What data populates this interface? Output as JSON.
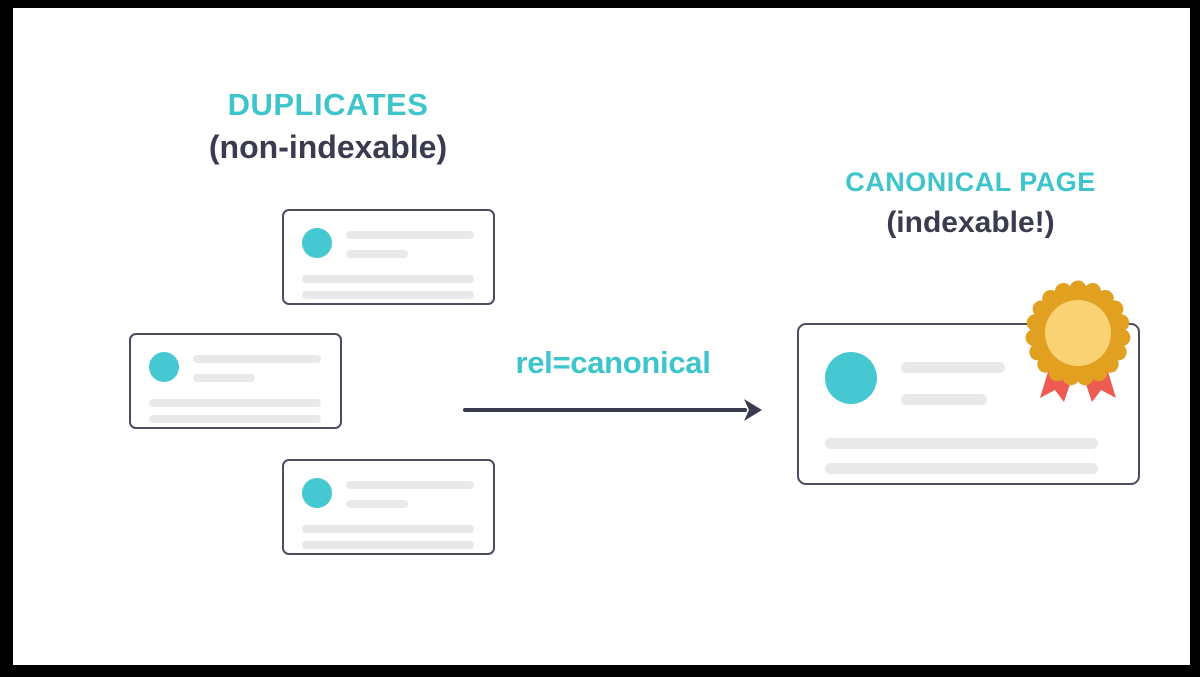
{
  "diagram": {
    "title_left_main": "DUPLICATES",
    "title_left_sub": "(non-indexable)",
    "title_right_main": "CANONICAL PAGE",
    "title_right_sub": "(indexable!)",
    "relation_label": "rel=canonical",
    "colors": {
      "teal": "#3ec5cc",
      "avatar_teal": "#45c8d1",
      "dark_text": "#3b3b50",
      "card_border": "#4c4c63",
      "placeholder_gray": "#e9e9e9",
      "badge_ring": "#e2a020",
      "badge_center": "#fbd273",
      "ribbon_red": "#ee5b53",
      "background": "#ffffff",
      "frame": "#000000"
    },
    "duplicate_cards": [
      {
        "name": "duplicate-card-1"
      },
      {
        "name": "duplicate-card-2"
      },
      {
        "name": "duplicate-card-3"
      }
    ],
    "canonical_card": {
      "name": "canonical-card",
      "badge": "award-ribbon-badge"
    },
    "arrow": {
      "direction": "right",
      "from": "duplicates",
      "to": "canonical-page"
    }
  }
}
